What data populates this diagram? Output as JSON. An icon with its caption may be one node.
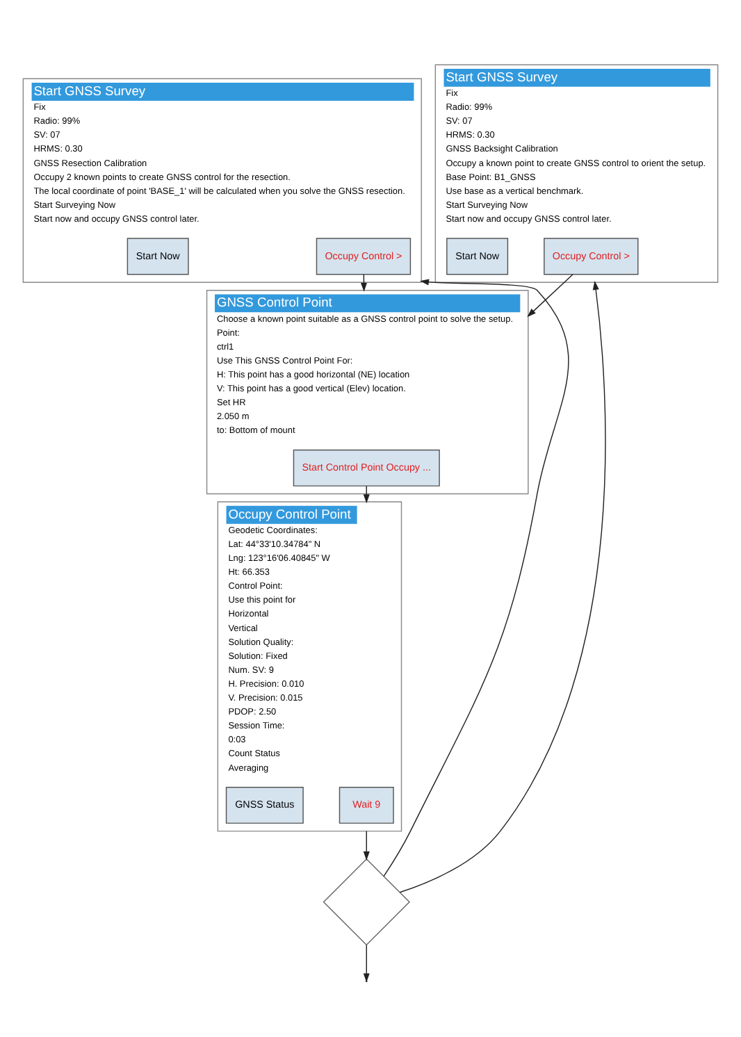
{
  "diagram": {
    "nodes": [
      {
        "text": [
          "Start GNSS Survey",
          "Fix",
          "Radio: 99%",
          "SV: 07",
          "HRMS: 0.30",
          "GNSS Resection Calibration",
          "Occupy 2 known points to create GNSS control for the resection.",
          "The local coordinate of point 'BASE_1' will be calculated when you solve the GNSS resection.",
          "Start Surveying Now",
          "Start now and occupy GNSS control later."
        ]
      },
      {
        "text": [
          "Occupy Control >"
        ],
        "in": 0
      },
      {
        "text": [
          "Start Now"
        ],
        "in": 0
      },
      {
        "text": [
          "Start GNSS Survey",
          "Fix",
          "Radio: 99%",
          "SV: 07",
          "HRMS: 0.30",
          "GNSS Backsight Calibration",
          "Occupy a known point to create GNSS control to orient the setup.",
          "Base Point: B1_GNSS",
          "Use base as a vertical benchmark.",
          "Start Surveying Now",
          "Start now and occupy GNSS control later."
        ]
      },
      {
        "text": [
          "Occupy Control >"
        ],
        "in": 3
      },
      {
        "text": [
          "Start Now"
        ],
        "in": 3
      },
      {
        "text": [
          "GNSS Control Point",
          "Choose a known point suitable as a GNSS control point to solve the setup.",
          "Point:",
          "ctrl1",
          "Use This GNSS Control Point For:",
          "H: This point has a good horizontal (NE) location",
          "V: This point has a good vertical (Elev) location.",
          "Set HR",
          "2.050 m",
          "to: Bottom of mount"
        ]
      },
      {
        "text": [
          "Start Control Point Occupy ..."
        ],
        "in": 6
      },
      {
        "text": [
          "Occupy Control Point",
          "Geodetic Coordinates:",
          "Lat: 44°33'10.34784\" N",
          "Lng: 123°16'06.40845\" W",
          "Ht: 66.353",
          "Control Point:",
          "Use this point for",
          "Horizontal",
          "Vertical",
          "Solution Quality:",
          "Solution: Fixed",
          "Num. SV: 9",
          "H. Precision: 0.010",
          "V. Precision: 0.015",
          "PDOP: 2.50",
          "Session Time:",
          "0:03",
          "Count Status",
          "Averaging"
        ]
      },
      {
        "text": [
          "Wait 9"
        ],
        "in": 8
      },
      {
        "text": [
          "GNSS Status"
        ],
        "in": 8
      },
      {
        "text": [],
        "shape": "diamond"
      }
    ],
    "edges": [
      {
        "from": 11,
        "to": 0,
        "arrow": "to"
      },
      {
        "from": 11,
        "to": 3,
        "arrow": "to"
      },
      {
        "from": 1,
        "to": 6,
        "arrow": "to"
      },
      {
        "from": 4,
        "to": 6,
        "arrow": "to"
      },
      {
        "from": 7,
        "to": 8,
        "arrow": "to"
      },
      {
        "from": 8,
        "to": 11,
        "arrow": "to"
      },
      {
        "from": 11,
        "to": null,
        "arrow": "to"
      }
    ]
  }
}
